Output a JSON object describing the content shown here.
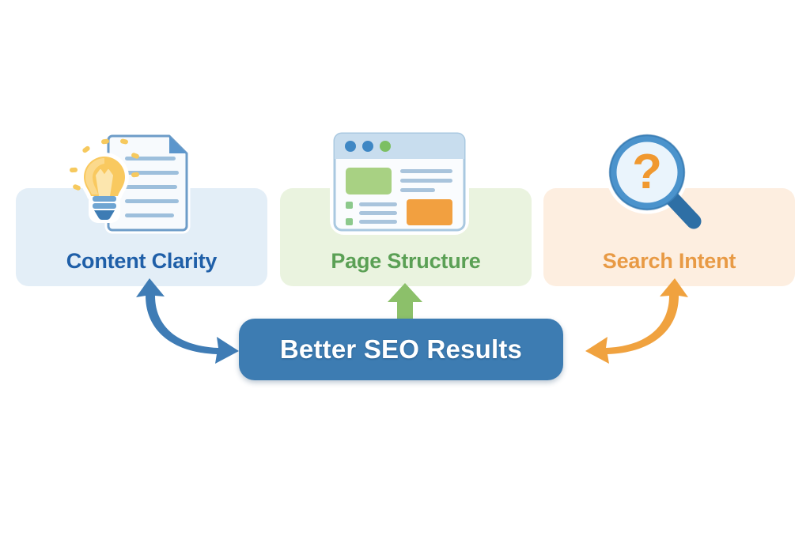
{
  "diagram": {
    "title": "Better SEO Results infographic",
    "background_color": "#FFFFFF",
    "cards": [
      {
        "id": "content-clarity",
        "label": "Content Clarity",
        "label_color": "#1F5FA8",
        "fill_color": "#E3EEF7",
        "icon": "document-lightbulb-icon"
      },
      {
        "id": "page-structure",
        "label": "Page Structure",
        "label_color": "#5BA055",
        "fill_color": "#EAF3DF",
        "icon": "browser-window-icon"
      },
      {
        "id": "search-intent",
        "label": "Search Intent",
        "label_color": "#E89A45",
        "fill_color": "#FDEEE0",
        "icon": "magnifier-question-icon"
      }
    ],
    "banner": {
      "text": "Better SEO Results",
      "fill_color": "#3D7CB2",
      "text_color": "#FFFFFF"
    },
    "arrows": [
      {
        "id": "arrow-left",
        "name": "blue-curved-double-arrow",
        "color": "#3F7CB5",
        "from": "Content Clarity",
        "to": "Better SEO Results",
        "direction": "down-right"
      },
      {
        "id": "arrow-center",
        "name": "green-up-arrow",
        "color": "#8CC06A",
        "from": "Better SEO Results",
        "to": "Page Structure",
        "direction": "up"
      },
      {
        "id": "arrow-right",
        "name": "orange-curved-double-arrow",
        "color": "#F0A23F",
        "from": "Search Intent",
        "to": "Better SEO Results",
        "direction": "down-left"
      }
    ],
    "icon_palette": {
      "document_fill": "#F7FAFD",
      "document_stroke": "#6D9CC8",
      "document_fold": "#5C96CC",
      "document_line": "#9DBFDC",
      "bulb_glass": "#F9C95F",
      "bulb_glass_light": "#FBD98C",
      "bulb_filament": "#FCE6AE",
      "bulb_base": "#6FA5D2",
      "bulb_base_dark": "#3E7CB4",
      "ray": "#F6C95E",
      "browser_bar": "#C8DDEE",
      "browser_body": "#FAFCFE",
      "browser_stroke": "#A9C8E0",
      "dot_blue": "#3E87C4",
      "dot_green": "#7CBF63",
      "block_green": "#A8D183",
      "block_orange": "#F2A040",
      "text_line": "#A9C4DC",
      "bullet_green": "#8CC98C",
      "lens_ring": "#4B93CC",
      "lens_ring_dark": "#2E6FA5",
      "lens_glass": "#EAF4FC",
      "handle": "#2E6FA5",
      "question_mark": "#F0982F"
    }
  }
}
